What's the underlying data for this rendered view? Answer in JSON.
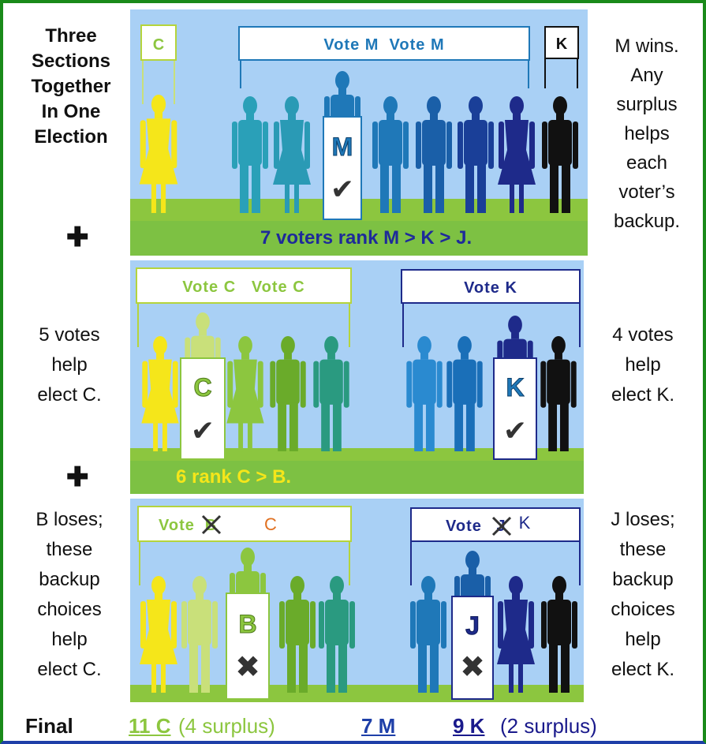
{
  "left_labels": {
    "title": [
      "Three",
      "Sections",
      "Together",
      "In One",
      "Election"
    ],
    "s2": [
      "5 votes",
      "help",
      "elect C."
    ],
    "s3": [
      "B loses;",
      "these",
      "backup",
      "choices",
      "help",
      "elect C."
    ]
  },
  "right_labels": {
    "s1": [
      "M wins.",
      "Any",
      "surplus",
      "helps",
      "each",
      "voter’s",
      "backup."
    ],
    "s2": [
      "4 votes",
      "help",
      "elect K."
    ],
    "s3": [
      "J loses;",
      "these",
      "backup",
      "choices",
      "help",
      "elect K."
    ]
  },
  "plus_sign": "✚",
  "section1": {
    "sign_c": "C",
    "sign_m": "Vote M  Vote M",
    "sign_k": "K",
    "box": "M",
    "mark": "✔",
    "bar": "7 voters rank M > K > J."
  },
  "section2": {
    "sign_c": "Vote C   Vote C",
    "sign_k": "Vote K",
    "box_c": "C",
    "box_k": "K",
    "mark": "✔",
    "bar": "6 rank C > B."
  },
  "section3": {
    "sign_c_vote": "Vote",
    "sign_c_cross": "B",
    "sign_c_new": "C",
    "sign_k_vote": "Vote",
    "sign_k_cross": "J",
    "sign_k_new": "K",
    "box_b": "B",
    "box_j": "J",
    "mark": "✖"
  },
  "final": {
    "label": "Final",
    "c_count": "11 C",
    "c_note": "(4 surplus)",
    "m_count": "7 M",
    "k_count": "9 K",
    "k_note": "(2 surplus)"
  },
  "colors": {
    "sky": "#a9d0f5",
    "grass": "#8cc63f",
    "c_voter": "#f5e61a",
    "m_voter": "#1f78b8",
    "k_voter": "#1e2a8a",
    "dark": "#111111",
    "final_c": "#8cc63f",
    "final_blue": "#1e3fa8",
    "final_k": "#1a1a8c",
    "orange": "#e07020"
  }
}
